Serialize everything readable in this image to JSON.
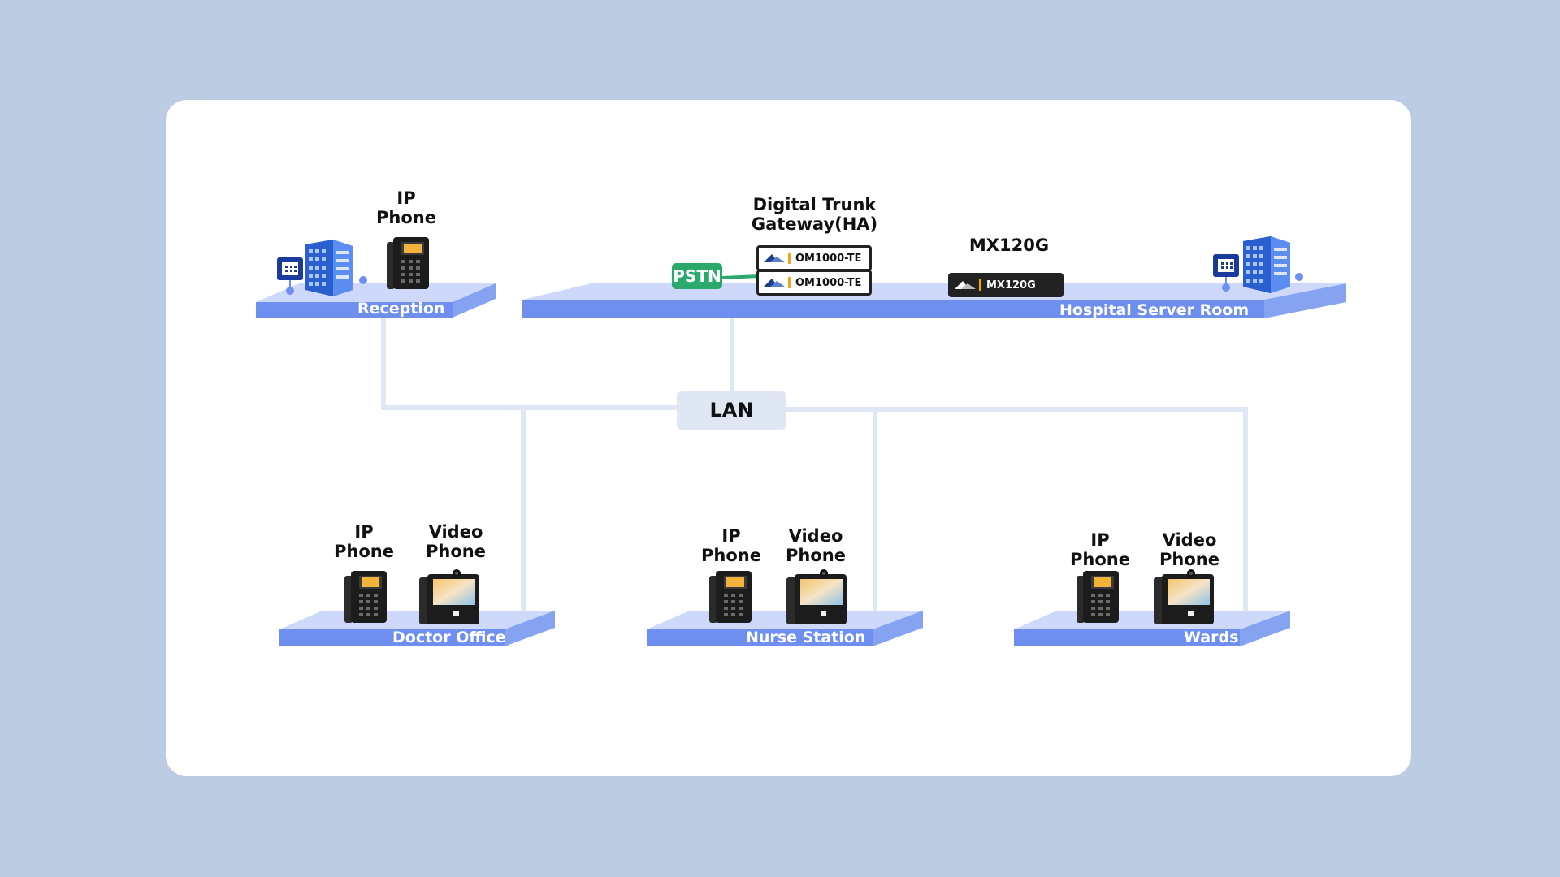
{
  "diagram": {
    "lan_label": "LAN",
    "pstn_label": "PSTN",
    "gateway_title": "Digital Trunk\nGateway(HA)",
    "gateway_units": [
      "OM1000-TE",
      "OM1000-TE"
    ],
    "mx_title": "MX120G",
    "mx_unit": "MX120G",
    "platforms": {
      "reception": "Reception",
      "server_room": "Hospital Server Room",
      "doctor": "Doctor Office",
      "nurse": "Nurse Station",
      "wards": "Wards"
    },
    "device_labels": {
      "ip_phone": "IP\nPhone",
      "video_phone": "Video\nPhone"
    },
    "colors": {
      "background": "#bccde3",
      "platform_top": "#cdd8fb",
      "platform_front": "#6f8ff0",
      "link": "#dfe7f5",
      "pstn": "#2aa96a",
      "building": "#2f6fe0"
    }
  }
}
